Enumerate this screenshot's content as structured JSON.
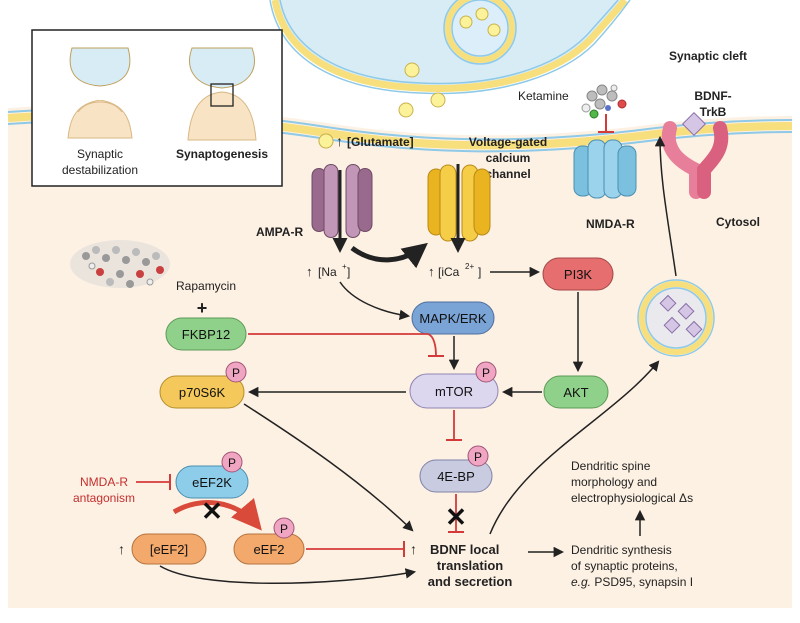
{
  "labels": {
    "synaptic_cleft": "Synaptic cleft",
    "cytosol": "Cytosol",
    "ketamine": "Ketamine",
    "bdnf_trkb_1": "BDNF-",
    "bdnf_trkb_2": "TrkB",
    "glutamate": "[Glutamate]",
    "vgcc_1": "Voltage-gated",
    "vgcc_2": "calcium",
    "vgcc_3": "channel",
    "nmdar": "NMDA-R",
    "ampar": "AMPA-R",
    "rapamycin": "Rapamycin",
    "plus": "+",
    "na": "[Na",
    "ica": "[iCa",
    "ica_sup": "2+",
    "na_sup": "+",
    "up_arrow": "↑",
    "nmda_antagonism_1": "NMDA-R",
    "nmda_antagonism_2": "antagonism",
    "bdnf_local_1": "BDNF local",
    "bdnf_local_2": "translation",
    "bdnf_local_3": "and secretion",
    "dendritic_spine_1": "Dendritic spine",
    "dendritic_spine_2": "morphology and",
    "dendritic_spine_3": "electrophysiological Δs",
    "dendritic_synth_1": "Dendritic synthesis",
    "dendritic_synth_2": "of synaptic proteins,",
    "dendritic_synth_3_italic": "e.g.",
    "dendritic_synth_3_rest": " PSD95, synapsin I",
    "inset_left_1": "Synaptic",
    "inset_left_2": "destabilization",
    "inset_right": "Synaptogenesis"
  },
  "nodes": {
    "pi3k": "PI3K",
    "mapk": "MAPK/ERK",
    "fkbp12": "FKBP12",
    "mtor": "mTOR",
    "akt": "AKT",
    "p70s6k": "p70S6K",
    "eef2k": "eEF2K",
    "ebp": "4E-BP",
    "eef2": "eEF2",
    "eef2_level": "[eEF2]",
    "phospho": "P"
  },
  "colors": {
    "cell_fill": "#fdf1e3",
    "presynaptic": "#d8ecf6",
    "membrane_yellow": "#f6df7c",
    "membrane_blue": "#8ec9e8",
    "ampa": "#b07aa1",
    "vgcc": "#f3c233",
    "nmda": "#7cc0e0",
    "trkb": "#e87f9a",
    "pi3k": "#e66e6e",
    "mapk": "#7aa3d6",
    "green_node": "#8fd08a",
    "mtor": "#dcd6ef",
    "p70": "#f4c85a",
    "eef2k": "#8ecdea",
    "orange_node": "#f3a96c",
    "ebp": "#c9cbe0",
    "phospho": "#f0a6c2",
    "inhibit": "#d43a3a",
    "arrow": "#222222"
  }
}
